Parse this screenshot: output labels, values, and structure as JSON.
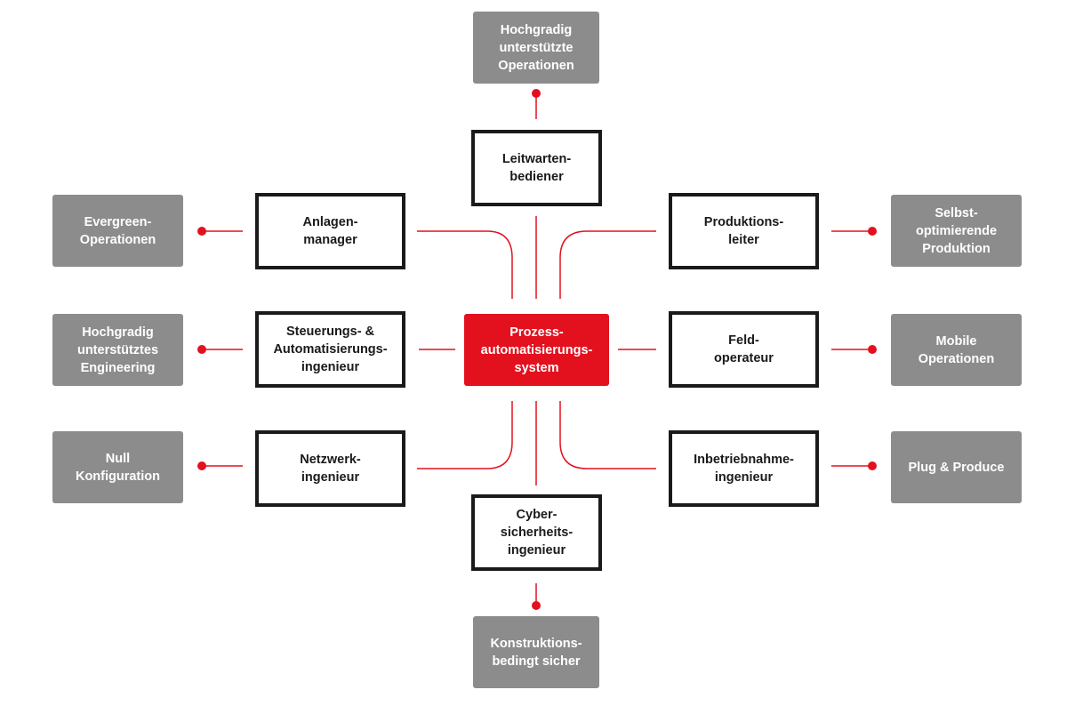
{
  "colors": {
    "accent": "#e3101e",
    "outcome_fill": "#8c8c8c",
    "role_border": "#1a1a1a",
    "text_light": "#ffffff",
    "text_dark": "#1a1a1a"
  },
  "center": {
    "label": "Prozess-\nautomatisierungs-\nsystem"
  },
  "roles": {
    "leitwarten": "Leitwarten-\nbediener",
    "anlagen": "Anlagen-\nmanager",
    "produktions": "Produktions-\nleiter",
    "steuerungs": "Steuerungs- &\nAutomatisierungs-\ningenieur",
    "feld": "Feld-\noperateur",
    "netzwerk": "Netzwerk-\ningenieur",
    "inbetriebnahme": "Inbetriebnahme-\ningenieur",
    "cyber": "Cyber-\nsicherheits-\ningenieur"
  },
  "outcomes": {
    "top": "Hochgradig\nunterstützte\nOperationen",
    "evergreen": "Evergreen-\nOperationen",
    "selbst": "Selbst-\noptimierende\nProduktion",
    "engineering": "Hochgradig\nunterstütztes\nEngineering",
    "mobile": "Mobile\nOperationen",
    "null": "Null\nKonfiguration",
    "plug": "Plug & Produce",
    "bottom": "Konstruktions-\nbedingt sicher"
  }
}
